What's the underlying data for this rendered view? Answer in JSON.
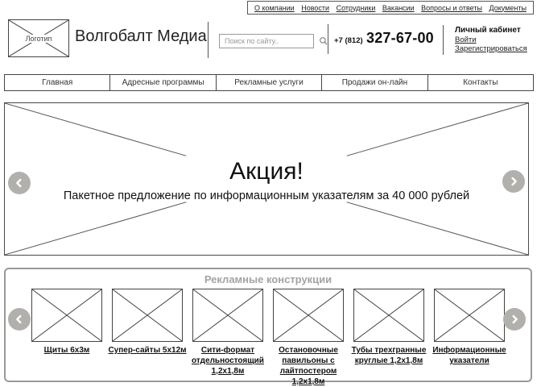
{
  "topbar": {
    "links": [
      "О компании",
      "Новости",
      "Сотрудники",
      "Вакансии",
      "Вопросы и ответы",
      "Документы"
    ]
  },
  "header": {
    "logo_placeholder": "Логотип",
    "site_title": "Волгобалт Медиа",
    "search": {
      "placeholder": "Поиск по сайту.."
    },
    "phone": {
      "code": "+7 (812)",
      "number": "327-67-00"
    },
    "account": {
      "title": "Личный кабинет",
      "login": "Войти",
      "register": "Зарегистрироваться"
    }
  },
  "nav": {
    "items": [
      "Главная",
      "Адресные программы",
      "Рекламные услуги",
      "Продажи он-лайн",
      "Контакты"
    ]
  },
  "banner": {
    "title": "Акция!",
    "subtitle": "Пакетное предложение по информационным указателям за 40 000 рублей"
  },
  "catalog": {
    "title": "Рекламные конструкции",
    "items": [
      "Щиты 6х3м",
      "Супер-сайты 5х12м",
      "Сити-формат отдельностоящий 1,2х1,8м",
      "Остановочные павильоны с лайтпостером 1,2х1,8м",
      "Тубы трехгранные круглые 1,2х1,8м",
      "Информационные указатели"
    ]
  },
  "colors": {
    "arrow_gray": "#b2b0ad",
    "section_border": "#999999",
    "dark_border": "#4a4a4a",
    "muted_title": "#a3a3a3",
    "link_text": "#222222"
  }
}
